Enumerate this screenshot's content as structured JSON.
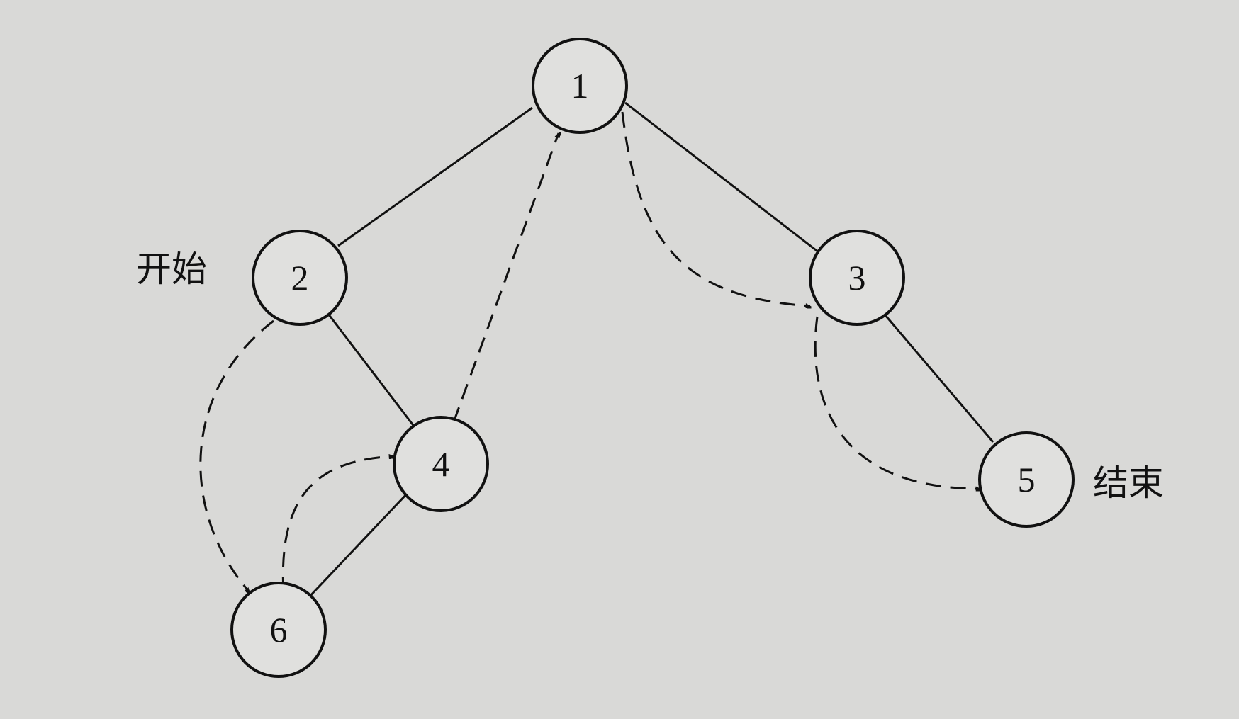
{
  "diagram": {
    "nodes": [
      {
        "id": "1",
        "label": "1"
      },
      {
        "id": "2",
        "label": "2"
      },
      {
        "id": "3",
        "label": "3"
      },
      {
        "id": "4",
        "label": "4"
      },
      {
        "id": "5",
        "label": "5"
      },
      {
        "id": "6",
        "label": "6"
      }
    ],
    "tree_edges": [
      [
        "1",
        "2"
      ],
      [
        "1",
        "3"
      ],
      [
        "2",
        "4"
      ],
      [
        "4",
        "6"
      ],
      [
        "3",
        "5"
      ]
    ],
    "traversal_path": [
      [
        "2",
        "6"
      ],
      [
        "6",
        "4"
      ],
      [
        "4",
        "1"
      ],
      [
        "1",
        "3"
      ],
      [
        "3",
        "5"
      ]
    ],
    "start_label": "开始",
    "end_label": "结束"
  }
}
